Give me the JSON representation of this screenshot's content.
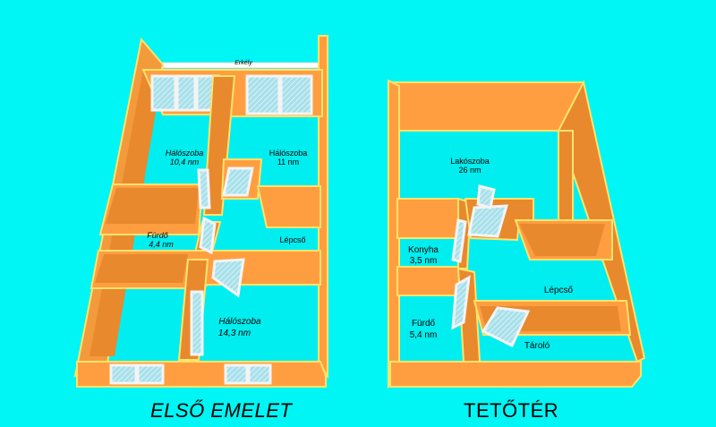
{
  "colors": {
    "background": "#00f5f5",
    "floor": "#00eef0",
    "wall_top": "#ff9e40",
    "wall_side": "#e8892e",
    "wall_edge": "#ffe36a",
    "window_frame": "#f4f4f4",
    "window_glass": "#a8e0ea"
  },
  "plans": {
    "first_floor": {
      "caption": "ELSŐ EMELET",
      "balcony": "Erkély",
      "rooms": [
        {
          "name": "Hálószoba",
          "area": "10,4 nm"
        },
        {
          "name": "Hálószoba",
          "area": "11 nm"
        },
        {
          "name": "Fürdő",
          "area": "4,4 nm"
        },
        {
          "name": "Lépcső",
          "area": ""
        },
        {
          "name": "Hálószoba",
          "area": "14,3 nm"
        }
      ]
    },
    "attic": {
      "caption": "TETŐTÉR",
      "rooms": [
        {
          "name": "Lakószoba",
          "area": "26 nm"
        },
        {
          "name": "Konyha",
          "area": "3,5 nm"
        },
        {
          "name": "Lépcső",
          "area": ""
        },
        {
          "name": "Fürdő",
          "area": "5,4 nm"
        },
        {
          "name": "Tároló",
          "area": ""
        }
      ]
    }
  }
}
